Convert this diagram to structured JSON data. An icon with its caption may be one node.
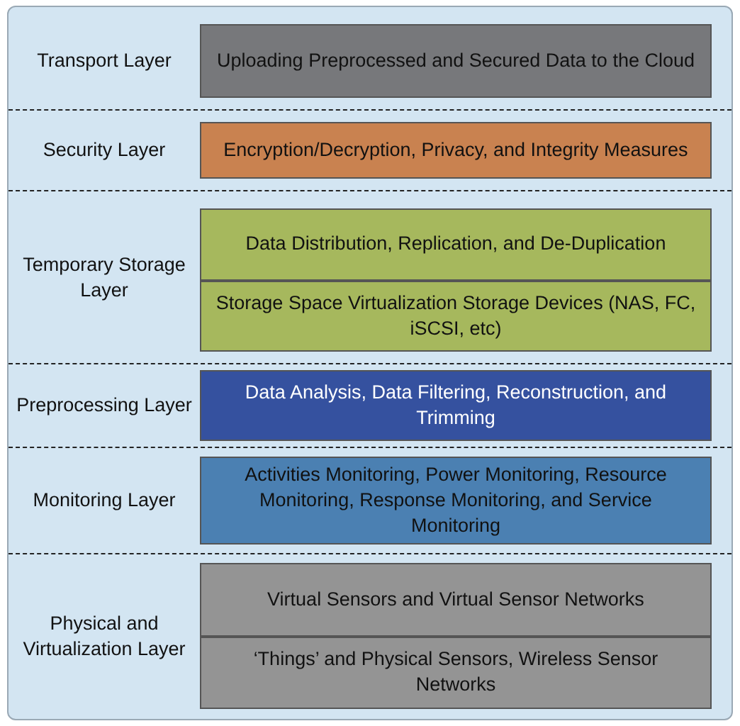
{
  "diagram": {
    "nodes": [
      {
        "text": [
          "Transport Layer"
        ]
      },
      {
        "text": [
          "Uploading Preprocessed and Secured Data to the Cloud"
        ],
        "in": 0
      },
      {
        "text": [
          "Security Layer"
        ]
      },
      {
        "text": [
          "Encryption/Decryption, Privacy, and Integrity Measures"
        ],
        "in": 2
      },
      {
        "text": [
          "Temporary Storage Layer"
        ]
      },
      {
        "text": [
          "Data Distribution, Replication, and De-Duplication"
        ],
        "in": 4
      },
      {
        "text": [
          "Storage Space Virtualization Storage Devices (NAS, FC, iSCSI, etc)"
        ],
        "in": 4
      },
      {
        "text": [
          "Preprocessing Layer"
        ]
      },
      {
        "text": [
          "Data Analysis, Data Filtering, Reconstruction, and Trimming"
        ],
        "in": 7
      },
      {
        "text": [
          "Monitoring Layer"
        ]
      },
      {
        "text": [
          "Activities Monitoring, Power Monitoring, Resource Monitoring, Response Monitoring, and Service Monitoring"
        ],
        "in": 9
      },
      {
        "text": [
          "Physical and Virtualization Layer"
        ]
      },
      {
        "text": [
          "Virtual Sensors and Virtual Sensor Networks"
        ],
        "in": 11
      },
      {
        "text": [
          "‘Things’ and Physical Sensors, Wireless Sensor Networks"
        ],
        "in": 11
      }
    ]
  }
}
